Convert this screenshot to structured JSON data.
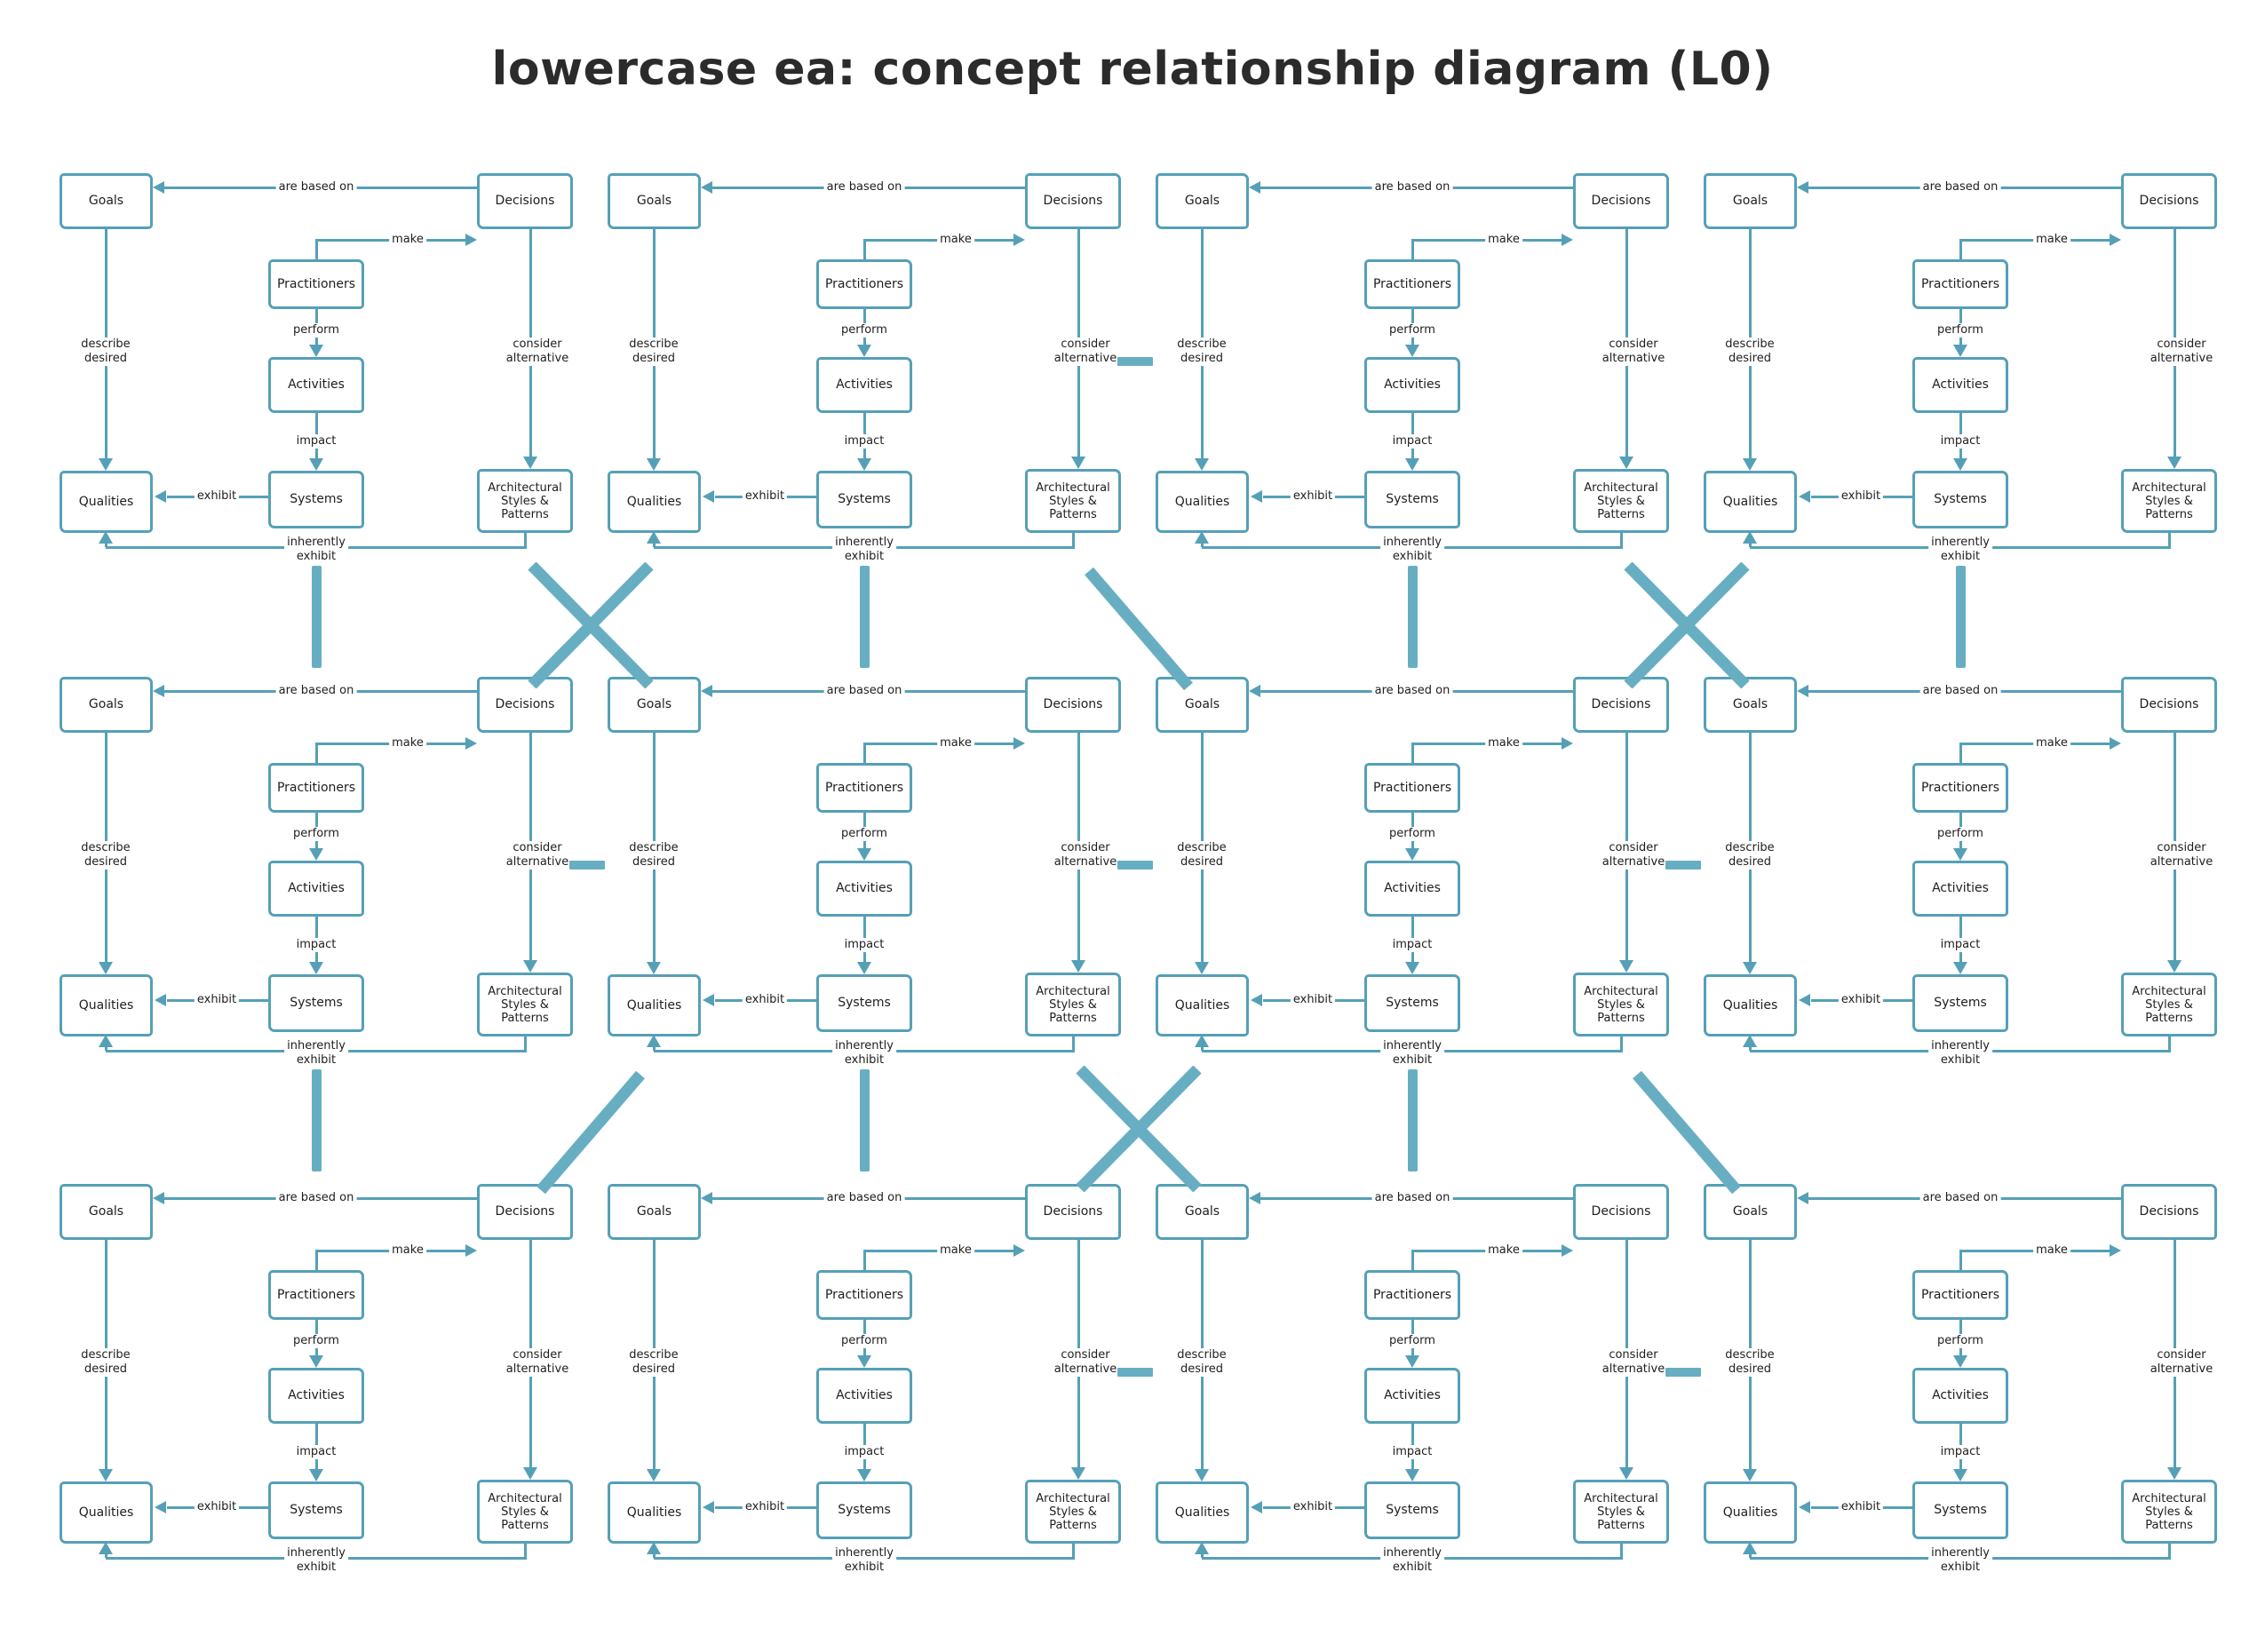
{
  "title": "lowercase ea: concept relationship diagram (L0)",
  "colors": {
    "stroke": "#55a0b7",
    "connector": "#68aec3",
    "text": "#1e1e1e",
    "background": "#ffffff"
  },
  "concepts": {
    "goals": "Goals",
    "decisions": "Decisions",
    "practitioners": "Practitioners",
    "activities": "Activities",
    "systems": "Systems",
    "qualities": "Qualities",
    "asp": "Architectural Styles & Patterns"
  },
  "relations": {
    "are_based_on": "are based on",
    "make": "make",
    "perform": "perform",
    "impact": "impact",
    "exhibit": "exhibit",
    "describe_desired": "describe\ndesired",
    "consider_alternative": "consider\nalternative",
    "inherently_exhibit": "inherently\nexhibit"
  },
  "grid": {
    "rows": 3,
    "cols": 4,
    "bands": [
      {
        "between_rows": "1-2",
        "items": [
          {
            "type": "vertical-bar",
            "col": 1
          },
          {
            "type": "x-cross",
            "gap": 1
          },
          {
            "type": "vertical-bar",
            "col": 2
          },
          {
            "type": "diagonal-down",
            "gap": 2
          },
          {
            "type": "vertical-bar",
            "col": 3
          },
          {
            "type": "x-cross",
            "gap": 3
          },
          {
            "type": "vertical-bar",
            "col": 4
          }
        ]
      },
      {
        "between_rows": "2-3",
        "items": [
          {
            "type": "vertical-bar",
            "col": 1
          },
          {
            "type": "diagonal-up",
            "gap": 1
          },
          {
            "type": "vertical-bar",
            "col": 2
          },
          {
            "type": "x-cross",
            "gap": 2
          },
          {
            "type": "vertical-bar",
            "col": 3
          },
          {
            "type": "diagonal-down",
            "gap": 3
          }
        ]
      }
    ],
    "dashes": [
      {
        "row": 1,
        "gap": 2
      },
      {
        "row": 2,
        "gap": 1
      },
      {
        "row": 2,
        "gap": 2
      },
      {
        "row": 2,
        "gap": 3
      },
      {
        "row": 3,
        "gap": 2
      },
      {
        "row": 3,
        "gap": 3
      }
    ]
  }
}
